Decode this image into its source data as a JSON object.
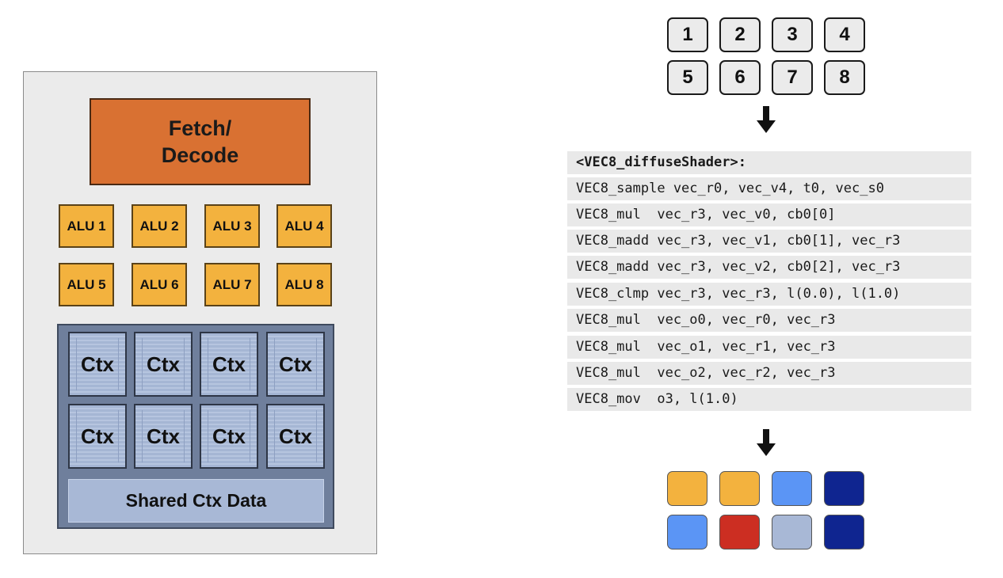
{
  "core": {
    "fetch_line1": "Fetch/",
    "fetch_line2": "Decode",
    "alus": [
      "ALU 1",
      "ALU 2",
      "ALU 3",
      "ALU 4",
      "ALU 5",
      "ALU 6",
      "ALU 7",
      "ALU 8"
    ],
    "ctx_label": "Ctx",
    "shared_label": "Shared Ctx Data"
  },
  "fragments": [
    "1",
    "2",
    "3",
    "4",
    "5",
    "6",
    "7",
    "8"
  ],
  "code": {
    "header": "<VEC8_diffuseShader>:",
    "lines": [
      "VEC8_sample vec_r0, vec_v4, t0, vec_s0",
      "VEC8_mul  vec_r3, vec_v0, cb0[0]",
      "VEC8_madd vec_r3, vec_v1, cb0[1], vec_r3",
      "VEC8_madd vec_r3, vec_v2, cb0[2], vec_r3",
      "VEC8_clmp vec_r3, vec_r3, l(0.0), l(1.0)",
      "VEC8_mul  vec_o0, vec_r0, vec_r3",
      "VEC8_mul  vec_o1, vec_r1, vec_r3",
      "VEC8_mul  vec_o2, vec_r2, vec_r3",
      "VEC8_mov  o3, l(1.0)"
    ]
  },
  "output_colors": [
    "#f3b23e",
    "#f3b23e",
    "#5b95f5",
    "#0f2590",
    "#5b95f5",
    "#cc2e22",
    "#a8b8d6",
    "#0f2590"
  ]
}
